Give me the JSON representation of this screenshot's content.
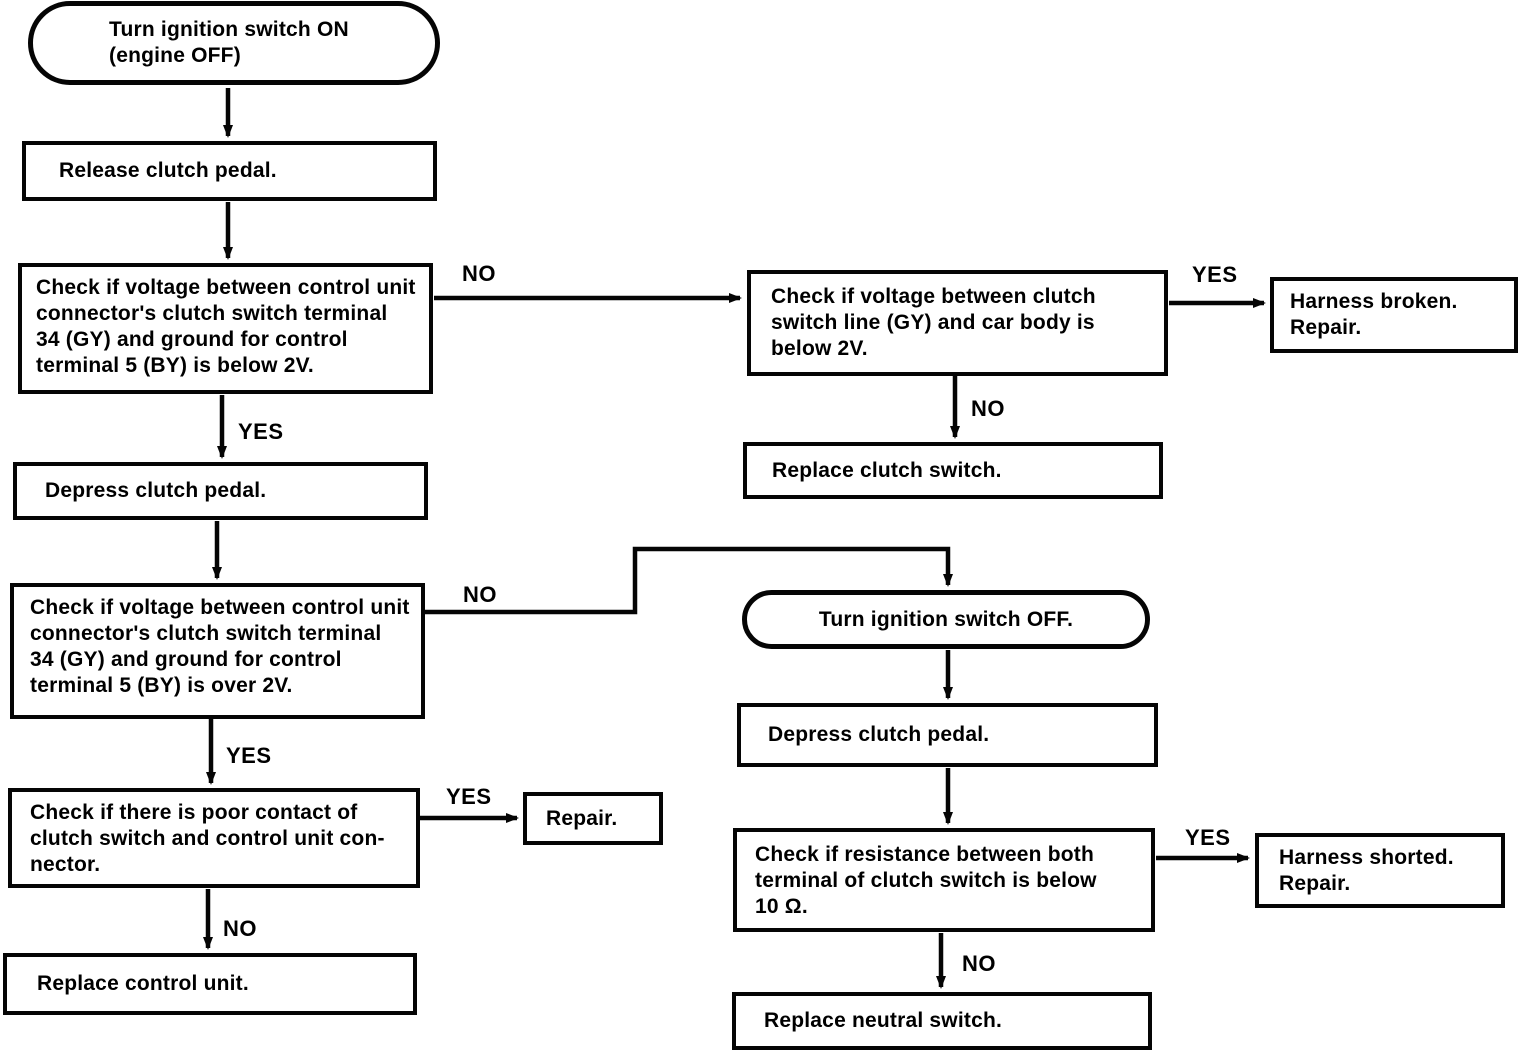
{
  "flowchart": {
    "nodes": {
      "start": "Turn ignition switch ON\n(engine OFF)",
      "release_pedal": "Release clutch pedal.",
      "check_voltage_below_2v": "Check if voltage between control unit\nconnector's clutch switch terminal\n34 (GY) and ground for control\nterminal 5 (BY) is below 2V.",
      "depress_pedal_1": "Depress clutch pedal.",
      "check_voltage_over_2v": "Check if voltage between control unit\nconnector's clutch switch terminal\n34 (GY) and ground for control\nterminal 5 (BY) is over 2V.",
      "check_poor_contact": "Check if there is poor contact of\nclutch switch and control unit con-\nnector.",
      "repair": "Repair.",
      "replace_control_unit": "Replace control unit.",
      "check_clutch_line_voltage": "Check if voltage between clutch\nswitch line (GY) and car body is\nbelow 2V.",
      "harness_broken": "Harness broken.\nRepair.",
      "replace_clutch_switch": "Replace clutch switch.",
      "turn_ignition_off": "Turn ignition switch OFF.",
      "depress_pedal_2": "Depress clutch pedal.",
      "check_resistance": "Check if resistance between both\nterminal of clutch switch is below\n10 Ω.",
      "harness_shorted": "Harness shorted.\nRepair.",
      "replace_neutral_switch": "Replace neutral switch."
    },
    "labels": {
      "yes": "YES",
      "no": "NO"
    },
    "colors": {
      "ink": "#050505",
      "paper": "#ffffff"
    }
  }
}
